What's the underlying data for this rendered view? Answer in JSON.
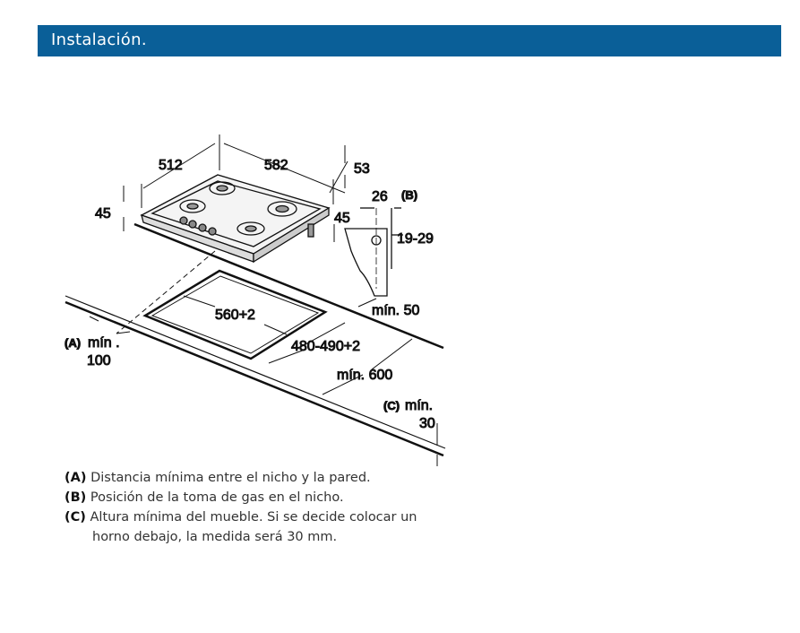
{
  "header": {
    "title": "Instalación."
  },
  "diagram": {
    "dims": {
      "width_depth": "512",
      "width": "582",
      "top_height": "53",
      "left_height": "45",
      "gas_offset": "26",
      "gas_label": "(B)",
      "right_height": "45",
      "gas_height": "19-29",
      "cutout_width": "560+2",
      "min_back": "mín. 50",
      "a_label": "(A)",
      "a_min": "mín .",
      "a_value": "100",
      "cutout_depth": "480-490+2",
      "min_600": "mín. 600",
      "c_label": "(C)",
      "c_min": "mín.",
      "c_value": "30"
    }
  },
  "captions": [
    {
      "key": "(A)",
      "text": "Distancia mínima entre el nicho y la pared."
    },
    {
      "key": "(B)",
      "text": "Posición de la toma de gas en el nicho."
    },
    {
      "key": "(C)",
      "text": "Altura mínima del mueble. Si se decide colocar un",
      "cont": "horno debajo, la medida será 30 mm."
    }
  ]
}
